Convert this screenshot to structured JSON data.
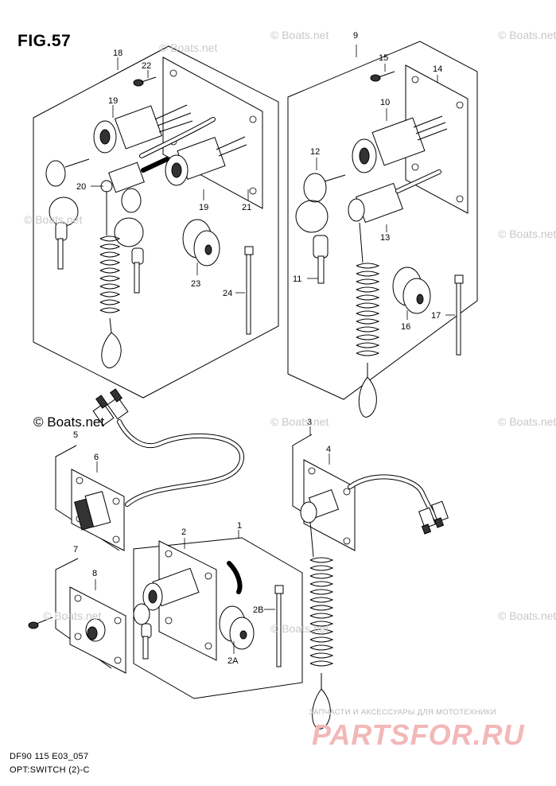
{
  "figure": {
    "title": "FIG.57",
    "model_code": "DF90 115 E03_057",
    "description": "OPT:SWITCH (2)-C"
  },
  "watermarks": {
    "repeat_text": "© Boats.net",
    "emphasized_text": "© Boats.net"
  },
  "shop": {
    "tagline": "ЗАПЧАСТИ И АКСЕССУАРЫ ДЛЯ МОТОТЕХНИКИ",
    "logo": "PARTSFOR.RU"
  },
  "callouts": {
    "c1": "1",
    "c2": "2",
    "c2a": "2A",
    "c2b": "2B",
    "c3": "3",
    "c4": "4",
    "c5": "5",
    "c6": "6",
    "c7": "7",
    "c8": "8",
    "c9": "9",
    "c10": "10",
    "c11": "11",
    "c12": "12",
    "c13": "13",
    "c14": "14",
    "c15": "15",
    "c16": "16",
    "c17": "17",
    "c18": "18",
    "c19a": "19",
    "c19b": "19",
    "c20": "20",
    "c21": "21",
    "c22": "22",
    "c23": "23",
    "c24": "24"
  }
}
